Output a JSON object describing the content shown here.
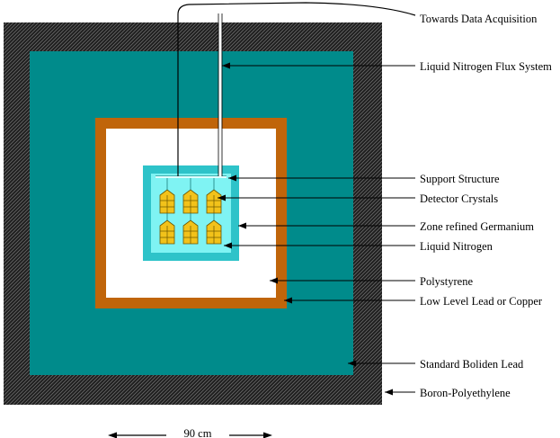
{
  "labels": {
    "data_acquisition": "Towards Data Acquisition",
    "ln2_flux": "Liquid Nitrogen Flux System",
    "support": "Support Structure",
    "crystals": "Detector Crystals",
    "zone_ge": "Zone refined Germanium",
    "ln2": "Liquid Nitrogen",
    "polystyrene": "Polystyrene",
    "lead_copper": "Low Level Lead or Copper",
    "boliden": "Standard Boliden Lead",
    "boron_pe": "Boron-Polyethylene"
  },
  "scale": {
    "text": "90 cm"
  },
  "colors": {
    "boron_pe": "#1e1e1e",
    "boliden_lead": "#008b8b",
    "lead_copper": "#c0650a",
    "polystyrene": "#ffffff",
    "zone_ge": "#2ec3c9",
    "liquid_nitrogen": "#7ff3f3",
    "crystal": "#f2c21a",
    "crystal_edge": "#6a5400"
  },
  "crystals": {
    "rows": 2,
    "cols": 3
  }
}
